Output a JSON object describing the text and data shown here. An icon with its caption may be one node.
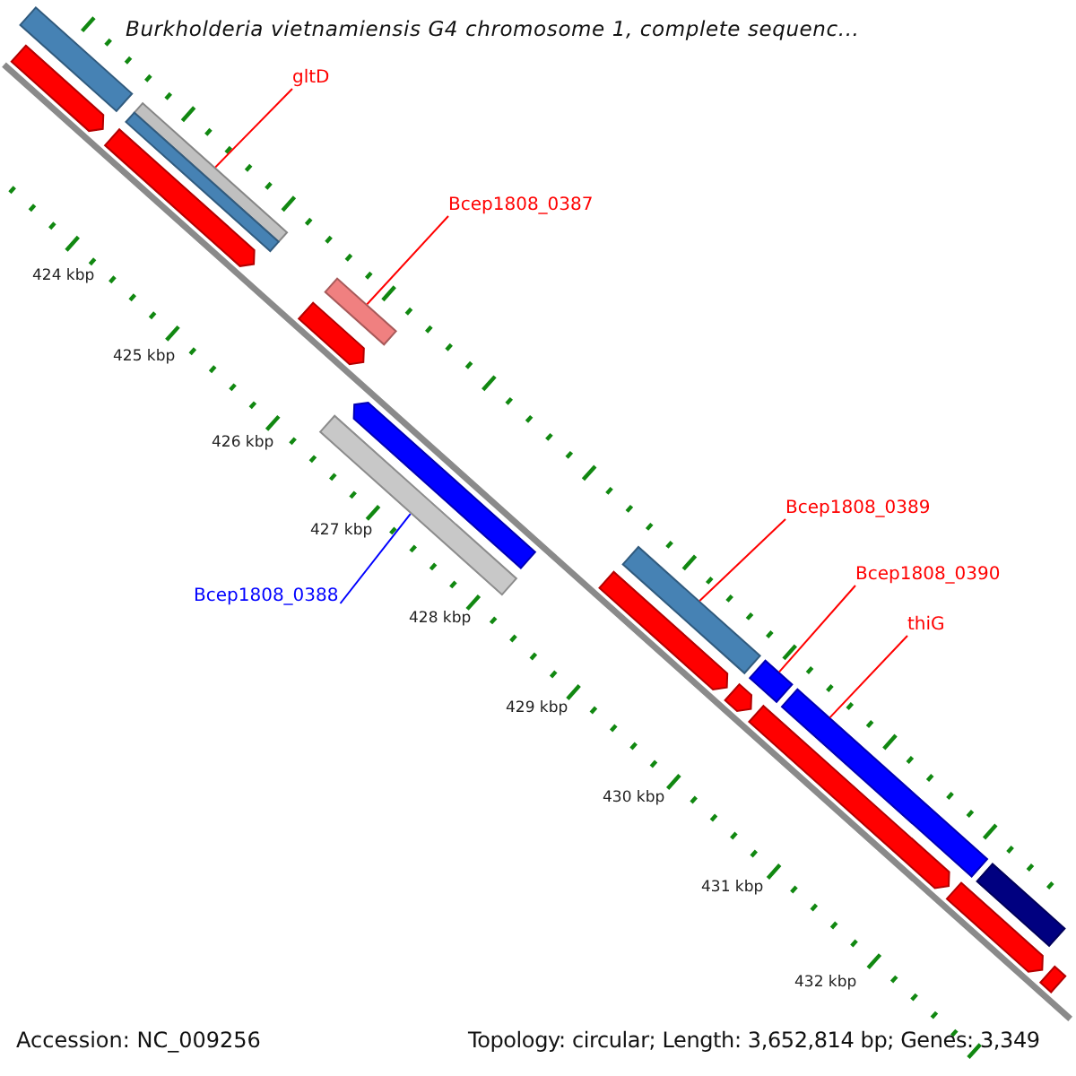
{
  "diagram": {
    "title": "Burkholderia vietnamiensis G4 chromosome 1, complete sequenc...",
    "nodes": [
      {
        "text": [
          "gltD"
        ]
      },
      {
        "text": [],
        "shape": "bar"
      },
      {
        "text": [
          "Bcep1808_0387"
        ]
      },
      {
        "text": [],
        "shape": "bar"
      },
      {
        "text": [
          "Bcep1808_0388"
        ]
      },
      {
        "text": [],
        "shape": "bar"
      },
      {
        "text": [
          "Bcep1808_0389"
        ]
      },
      {
        "text": [],
        "shape": "bar"
      },
      {
        "text": [
          "Bcep1808_0390"
        ]
      },
      {
        "text": [],
        "shape": "bar"
      },
      {
        "text": [
          "thiG"
        ]
      },
      {
        "text": [],
        "shape": "bar"
      },
      {
        "text": [],
        "shape": "bar"
      },
      {
        "text": [],
        "shape": "bar"
      },
      {
        "text": [],
        "shape": "bar"
      },
      {
        "text": [],
        "shape": "bar"
      },
      {
        "text": [],
        "shape": "bar"
      },
      {
        "text": [],
        "shape": "bar"
      },
      {
        "text": [],
        "shape": "bar"
      },
      {
        "text": [],
        "shape": "bar"
      },
      {
        "text": [],
        "shape": "bar"
      },
      {
        "text": [],
        "shape": "bar"
      },
      {
        "text": [],
        "shape": "bar"
      },
      {
        "text": [],
        "shape": "bar"
      }
    ],
    "edges": [
      {
        "from": 0,
        "to": 1,
        "arrow": "none"
      },
      {
        "from": 2,
        "to": 3,
        "arrow": "none"
      },
      {
        "from": 4,
        "to": 5,
        "arrow": "none",
        "color": "#0000ff"
      },
      {
        "from": 6,
        "to": 7,
        "arrow": "none"
      },
      {
        "from": 8,
        "to": 9,
        "arrow": "none"
      },
      {
        "from": 10,
        "to": 11,
        "arrow": "none"
      }
    ],
    "labels": [
      "424 kbp",
      "425 kbp",
      "426 kbp",
      "427 kbp",
      "428 kbp",
      "429 kbp",
      "430 kbp",
      "431 kbp",
      "432 kbp",
      "Accession: NC_009256",
      "Topology: circular; Length: 3,652,814 bp; Genes: 3,349"
    ]
  }
}
